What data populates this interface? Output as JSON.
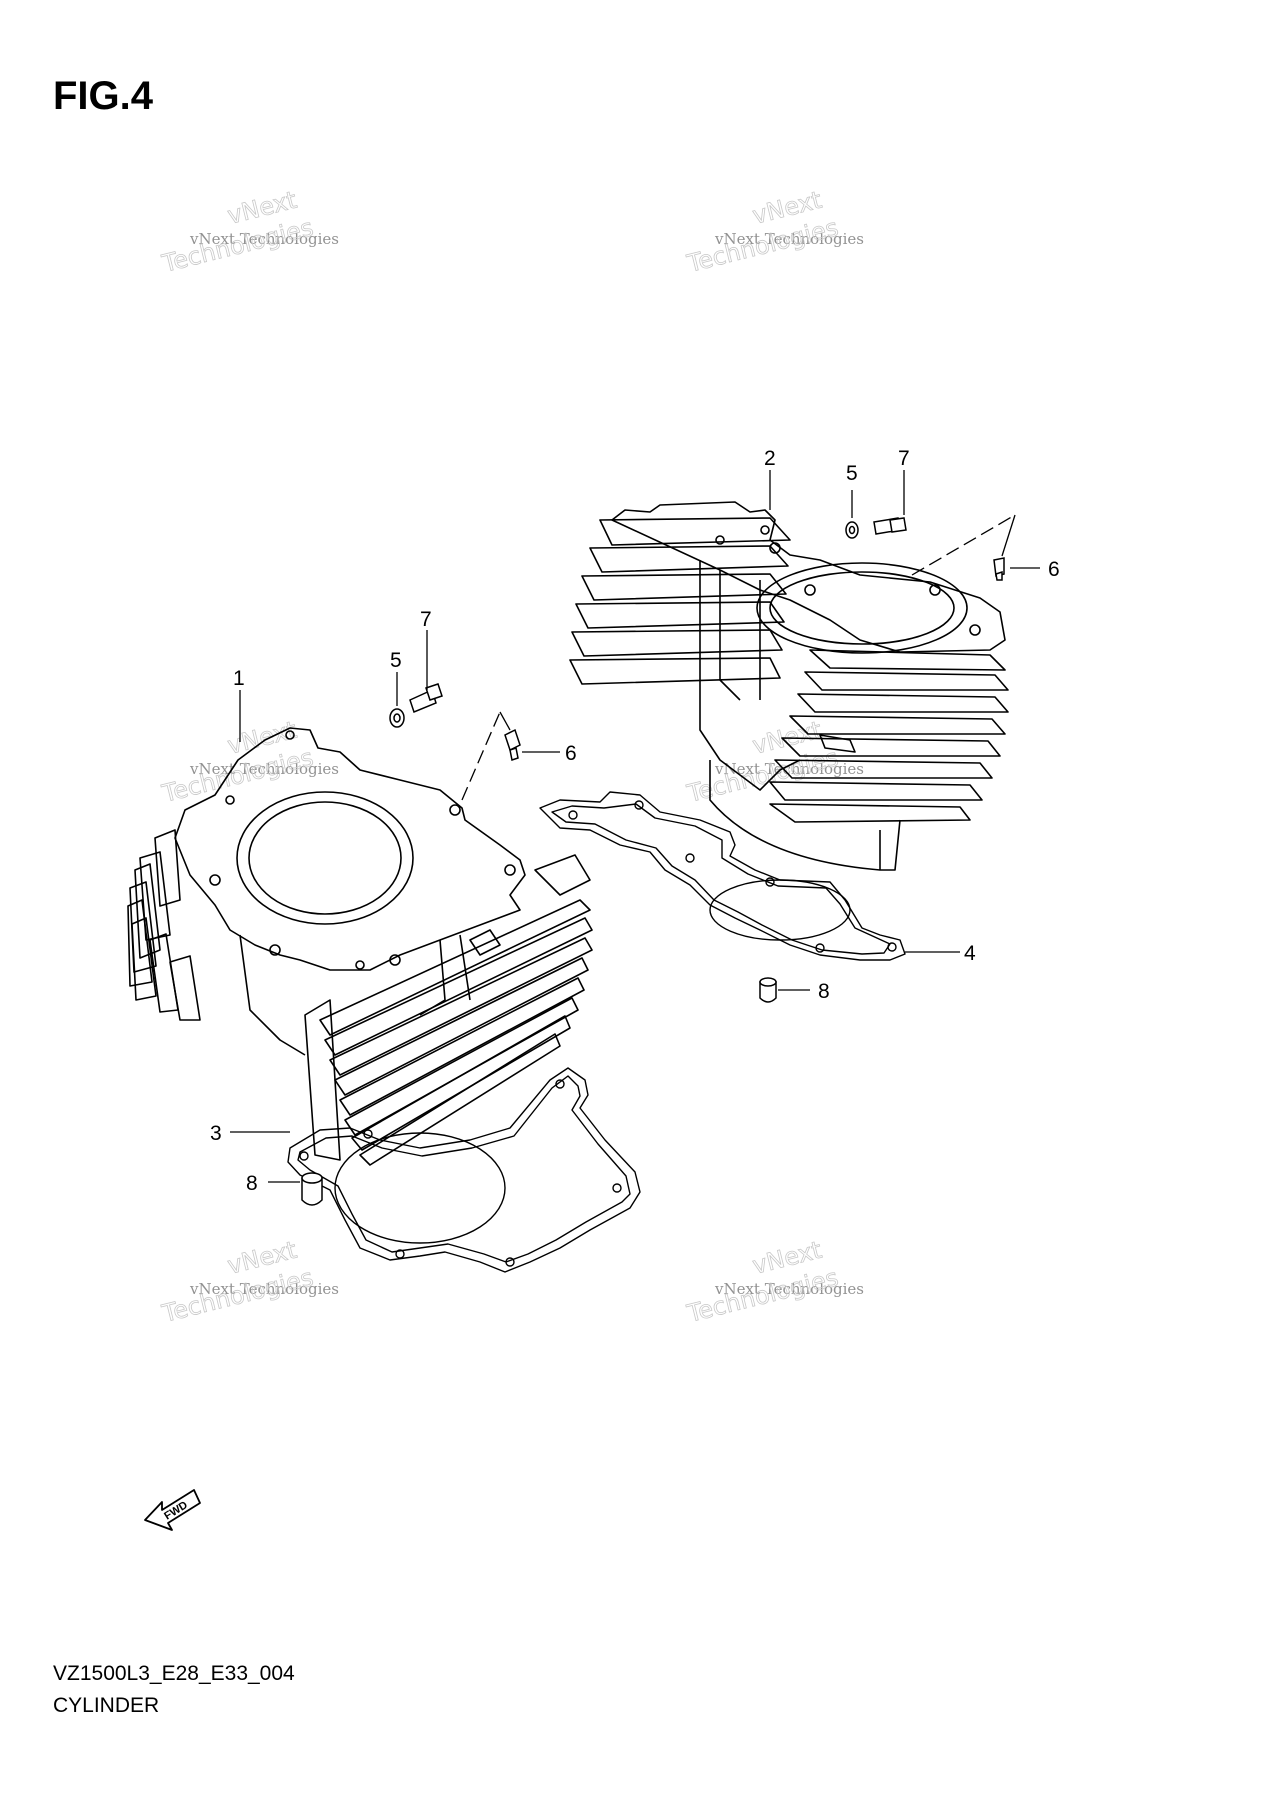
{
  "figure": {
    "title": "FIG.4"
  },
  "footer": {
    "code": "VZ1500L3_E28_E33_004",
    "name": "CYLINDER"
  },
  "callouts": {
    "c1": "1",
    "c2": "2",
    "c3": "3",
    "c4": "4",
    "c5a": "5",
    "c5b": "5",
    "c6a": "6",
    "c6b": "6",
    "c7a": "7",
    "c7b": "7",
    "c8a": "8",
    "c8b": "8"
  },
  "fwd_label": "FWD",
  "watermark": {
    "line1": "vNext Technologies",
    "line2": "vNext",
    "line3": "Technologies"
  }
}
